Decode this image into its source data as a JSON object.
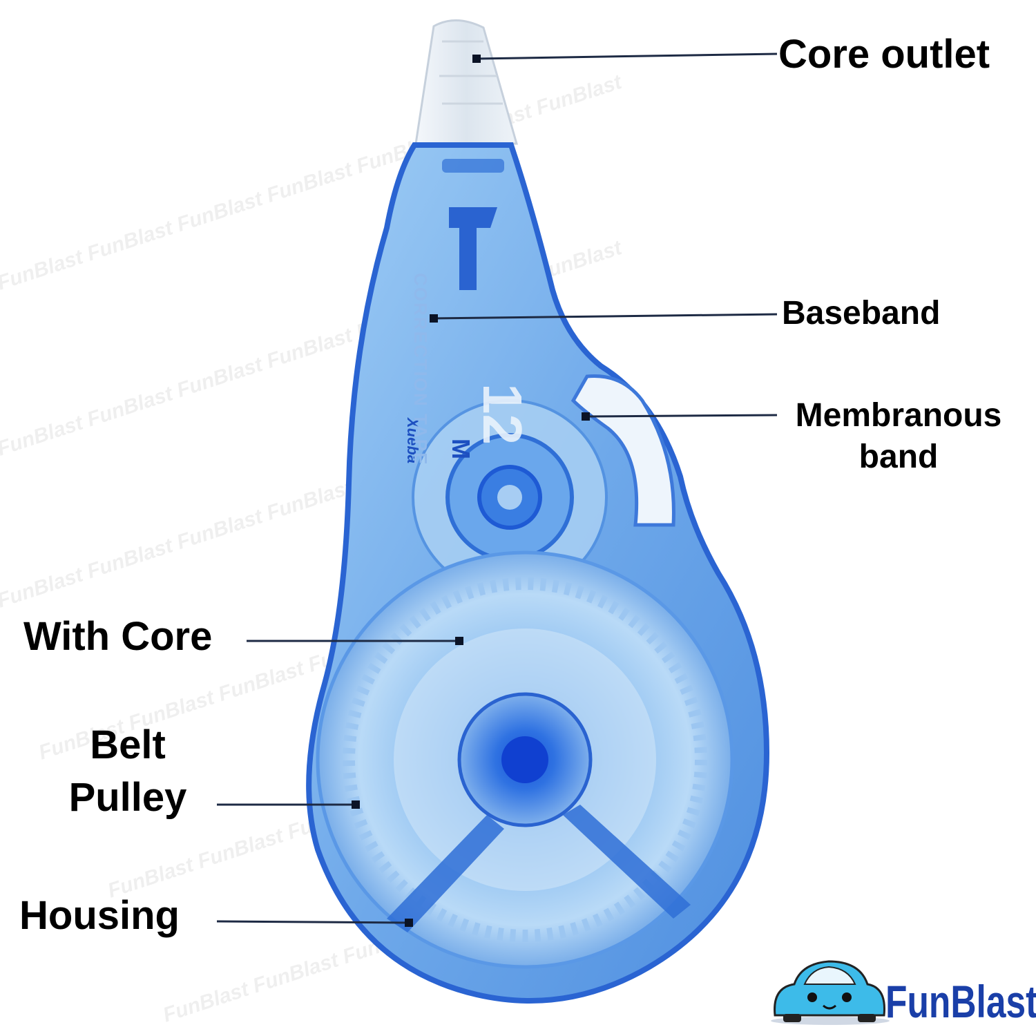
{
  "labels": {
    "core_outlet": "Core outlet",
    "baseband": "Baseband",
    "membranous_band_line1": "Membranous",
    "membranous_band_line2": "band",
    "with_core": "With Core",
    "belt_pulley_line1": "Belt",
    "belt_pulley_line2": "Pulley",
    "housing": "Housing"
  },
  "product_print": {
    "capacity": "12",
    "unit": "M",
    "brand": "Xueba",
    "product_name": "CORRECTION TAPE"
  },
  "watermark": "FunBlast",
  "logo": {
    "brand_name": "FunBlast",
    "icon": "blue-car-icon",
    "color": "#1a3fa8"
  },
  "colors": {
    "housing_blue": "#2f6fd6",
    "housing_light": "#8ec0f0",
    "leader_line": "#1d2a44",
    "tip_clear": "#e8eef4"
  }
}
